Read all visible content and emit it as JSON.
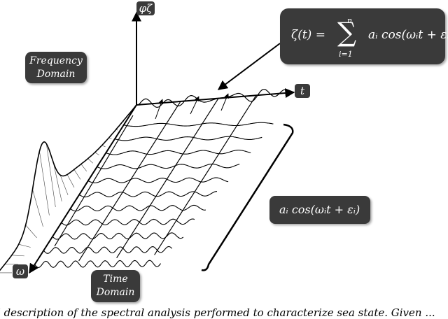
{
  "labels": {
    "frequency_domain": [
      "Frequency",
      "Domain"
    ],
    "time_domain": [
      "Time",
      "Domain"
    ],
    "phi_axis": "φζ",
    "t_axis": "t",
    "omega_axis": "ω"
  },
  "formula": {
    "lhs": "ζ(t) =",
    "sum_sign": "∑",
    "sum_upper": "n",
    "sum_lower": "i=1",
    "term": "aᵢ cos(ωᵢt + εᵢ)"
  },
  "component": "aᵢ cos(ωᵢt + εᵢ)",
  "caption": "l description of the spectral analysis performed to characterize sea state. Given ..."
}
